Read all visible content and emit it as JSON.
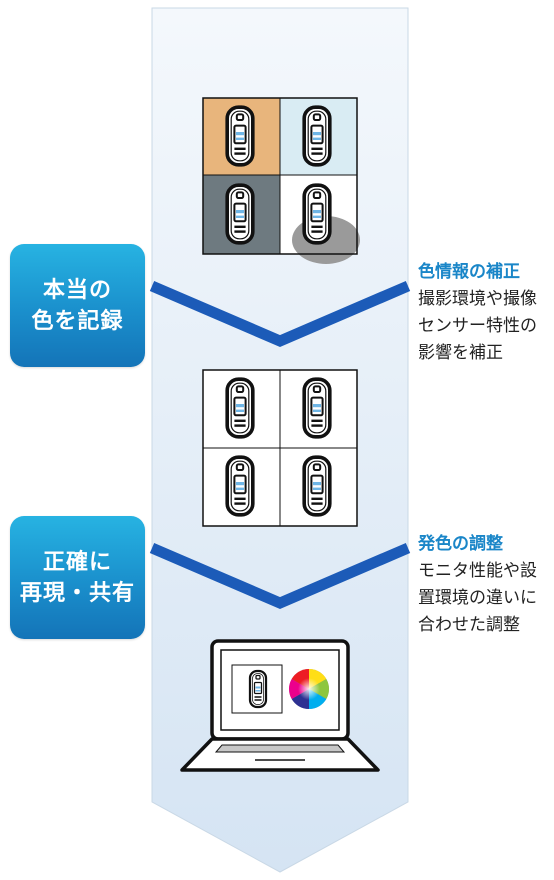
{
  "steps": [
    {
      "label_line1": "本当の",
      "label_line2": "色を記録"
    },
    {
      "label_line1": "正確に",
      "label_line2": "再現・共有"
    }
  ],
  "notes": [
    {
      "heading": "色情報の補正",
      "lines": [
        "撮影環境や撮像",
        "センサー特性の",
        "影響を補正"
      ]
    },
    {
      "heading": "発色の調整",
      "lines": [
        "モニタ性能や設",
        "置環境の違いに",
        "合わせた調整"
      ]
    }
  ],
  "colors": {
    "badge": "#1a8fcc",
    "chevron": "#1c5bb8",
    "note_heading": "#1a86c8",
    "band_top": "#f2f7fc",
    "band_bottom": "#d7e6f4",
    "tile_orange": "#e8b57c",
    "tile_lightblue": "#d9ecf3",
    "tile_gray": "#6e7a80",
    "shadow": "#9a9a9a"
  },
  "icons": {
    "device": "test-device-icon",
    "color_wheel": "color-wheel-icon",
    "laptop": "laptop-icon"
  }
}
